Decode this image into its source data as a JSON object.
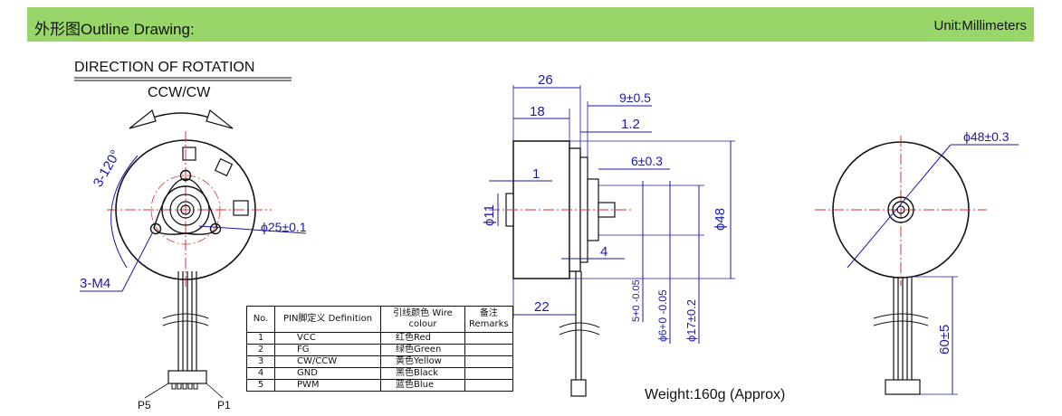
{
  "header": {
    "title": "外形图Outline Drawing:",
    "unit": "Unit:Millimeters"
  },
  "rotation": {
    "title": "DIRECTION OF ROTATION",
    "direction": "CCW/CW"
  },
  "front_view_labels": {
    "angle": "3-120°",
    "thread": "3-M4",
    "diameter": "ϕ25±0.1",
    "pin_left": "P5",
    "pin_right": "P1"
  },
  "side_view_labels": {
    "d26": "26",
    "d18": "18",
    "d9": "9±0.5",
    "d1_2": "1.2",
    "d6": "6±0.3",
    "d1": "1",
    "phi11": "ϕ11",
    "phi48": "ϕ48",
    "d4": "4",
    "d22": "22",
    "shaft5": "5+0 -0.05",
    "shaft6": "ϕ6+0 -0.05",
    "phi17": "ϕ17±0.2"
  },
  "back_view_labels": {
    "phi48": "ϕ48±0.3",
    "d60": "60±5"
  },
  "pin_table": {
    "headers": [
      "No.",
      "PIN脚定义 Definition",
      "引线颜色 Wire colour",
      "备注 Remarks"
    ],
    "rows": [
      [
        "1",
        "VCC",
        "红色Red",
        ""
      ],
      [
        "2",
        "FG",
        "绿色Green",
        ""
      ],
      [
        "3",
        "CW/CCW",
        "黄色Yellow",
        ""
      ],
      [
        "4",
        "GND",
        "黑色Black",
        ""
      ],
      [
        "5",
        "PWM",
        "蓝色Blue",
        ""
      ]
    ]
  },
  "weight": "Weight:160g (Approx)",
  "colors": {
    "header_bg": "#99d66a",
    "centerline": "#e03030",
    "dimension": "#1a1aa8",
    "outline": "#111111"
  }
}
